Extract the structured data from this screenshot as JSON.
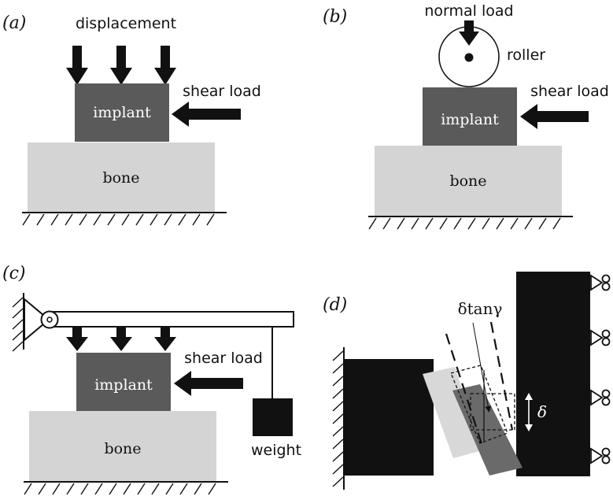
{
  "panels": {
    "a": {
      "tag": "(a)",
      "top_label": "displacement",
      "side_label": "shear load",
      "block_label": "implant",
      "base_label": "bone"
    },
    "b": {
      "tag": "(b)",
      "top_label": "normal load",
      "roller_label": "roller",
      "side_label": "shear load",
      "block_label": "implant",
      "base_label": "bone"
    },
    "c": {
      "tag": "(c)",
      "side_label": "shear load",
      "block_label": "implant",
      "base_label": "bone",
      "weight_label": "weight"
    },
    "d": {
      "tag": "(d)",
      "shift_label": "δtanγ",
      "delta_label": "δ"
    }
  },
  "colors": {
    "implant": "#5a5a5a",
    "bone": "#d4d4d4",
    "ink": "#111111",
    "rigid_block": "#111111",
    "rotated_light": "#d8d8d8",
    "rotated_dark": "#6a6a6a"
  }
}
